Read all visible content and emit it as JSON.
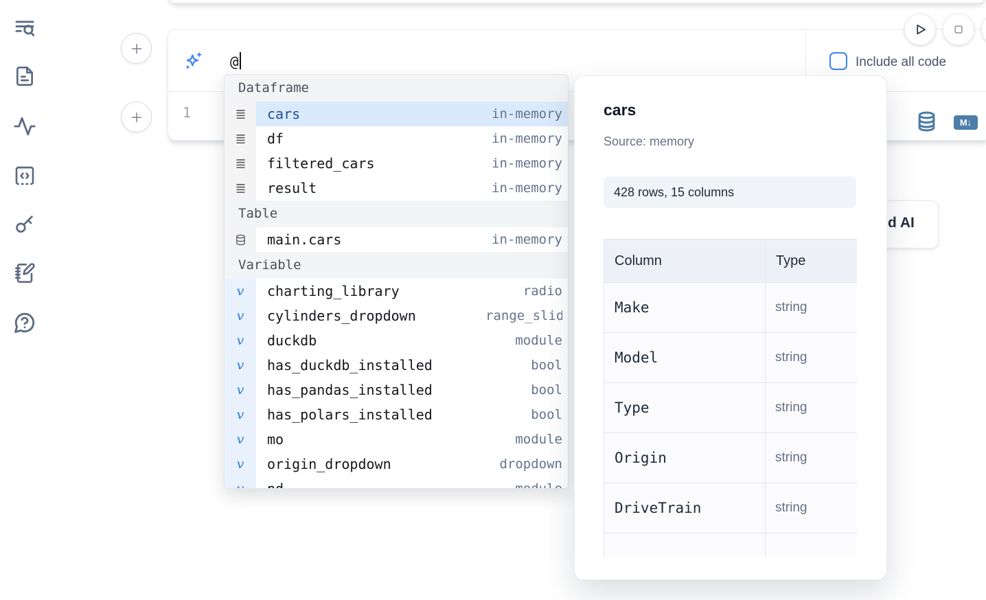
{
  "colors": {
    "accent_blue": "#3b82f6",
    "steel_icon_blue": "#4c7ea8",
    "selection_highlight": "#d9eafc",
    "sidebar_icon": "#5b6b82"
  },
  "sidebar": {
    "items": [
      {
        "id": "toc-search",
        "icon": "text-search-icon"
      },
      {
        "id": "files",
        "icon": "file-icon"
      },
      {
        "id": "tracebacks",
        "icon": "activity-icon"
      },
      {
        "id": "scratchpad",
        "icon": "code-square-icon"
      },
      {
        "id": "secrets",
        "icon": "key-icon"
      },
      {
        "id": "notebook",
        "icon": "notebook-pen-icon"
      },
      {
        "id": "help",
        "icon": "help-chat-icon"
      }
    ]
  },
  "cell": {
    "prompt_value": "@",
    "include_checkbox_label": "Include all code",
    "checkbox_checked": false,
    "line_number": "1",
    "actions": [
      {
        "id": "to-sql",
        "icon": "database-icon"
      },
      {
        "id": "to-markdown",
        "icon": "markdown-icon",
        "badge_text": "M↓"
      }
    ]
  },
  "run_controls": {
    "buttons": [
      {
        "id": "run",
        "icon": "play-icon"
      },
      {
        "id": "stop",
        "icon": "stop-icon"
      },
      {
        "id": "more",
        "icon": "partial-icon"
      }
    ]
  },
  "output": {
    "ai_button_visible_label": "d AI"
  },
  "autocomplete": {
    "sections": [
      {
        "label": "Dataframe",
        "icon": "dataframe-rows-icon",
        "items": [
          {
            "name": "cars",
            "type": "in-memory",
            "selected": true
          },
          {
            "name": "df",
            "type": "in-memory"
          },
          {
            "name": "filtered_cars",
            "type": "in-memory"
          },
          {
            "name": "result",
            "type": "in-memory"
          }
        ]
      },
      {
        "label": "Table",
        "icon": "database-small-icon",
        "items": [
          {
            "name": "main.cars",
            "type": "in-memory"
          }
        ]
      },
      {
        "label": "Variable",
        "icon": "variable-icon",
        "items": [
          {
            "name": "charting_library",
            "type": "radio"
          },
          {
            "name": "cylinders_dropdown",
            "type": "range_slider",
            "clipped": true
          },
          {
            "name": "duckdb",
            "type": "module"
          },
          {
            "name": "has_duckdb_installed",
            "type": "bool"
          },
          {
            "name": "has_pandas_installed",
            "type": "bool"
          },
          {
            "name": "has_polars_installed",
            "type": "bool"
          },
          {
            "name": "mo",
            "type": "module"
          },
          {
            "name": "origin_dropdown",
            "type": "dropdown"
          },
          {
            "name": "pd",
            "type": "module",
            "partial": true
          }
        ]
      }
    ]
  },
  "preview": {
    "title": "cars",
    "source": "Source: memory",
    "shape_badge": "428 rows, 15 columns",
    "table": {
      "headers": [
        "Column",
        "Type"
      ],
      "rows": [
        [
          "Make",
          "string"
        ],
        [
          "Model",
          "string"
        ],
        [
          "Type",
          "string"
        ],
        [
          "Origin",
          "string"
        ],
        [
          "DriveTrain",
          "string"
        ]
      ],
      "partial_row_visible": true
    }
  }
}
